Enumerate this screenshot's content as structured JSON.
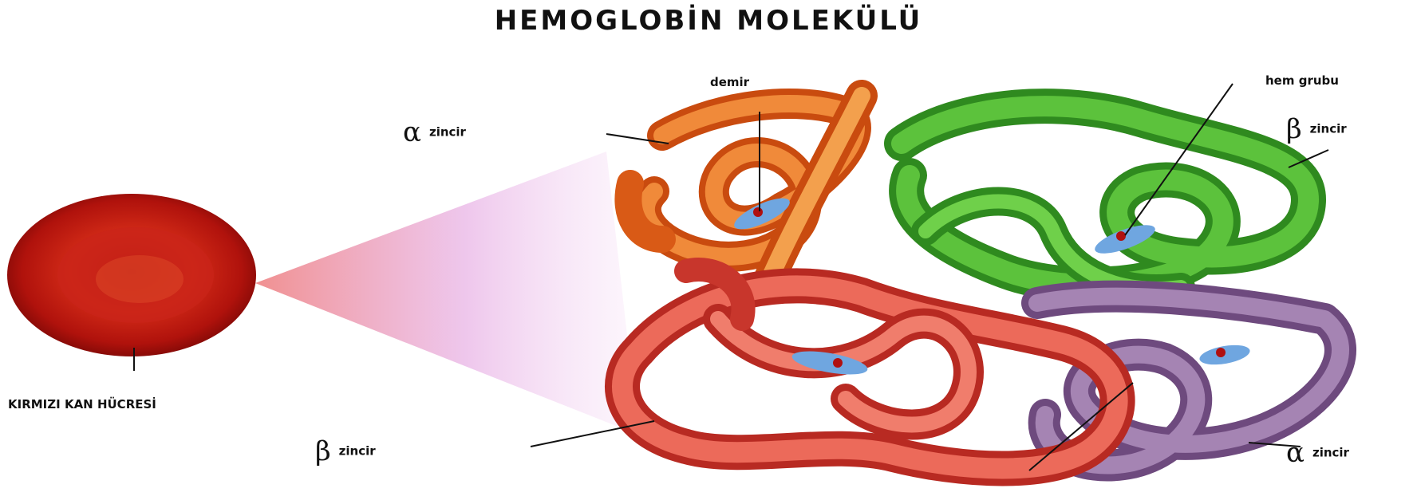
{
  "title": "HEMOGLOBİN   MOLEKÜLÜ",
  "labels": {
    "red_blood_cell": "KIRMIZI KAN HÜCRESİ",
    "iron": "demir",
    "heme_group": "hem grubu",
    "alpha_top": {
      "symbol": "α",
      "text": "zincir"
    },
    "beta_top": {
      "symbol": "β",
      "text": "zincir"
    },
    "beta_bottom": {
      "symbol": "β",
      "text": "zincir"
    },
    "alpha_bottom": {
      "symbol": "α",
      "text": "zincir"
    }
  },
  "colors": {
    "alpha_top_chain": "#e8671c",
    "beta_top_chain": "#3fa62a",
    "beta_bottom_chain": "#df4a3f",
    "alpha_bottom_chain": "#8a5d99",
    "heme": "#6fa6e0",
    "cell": "#c2150f"
  }
}
